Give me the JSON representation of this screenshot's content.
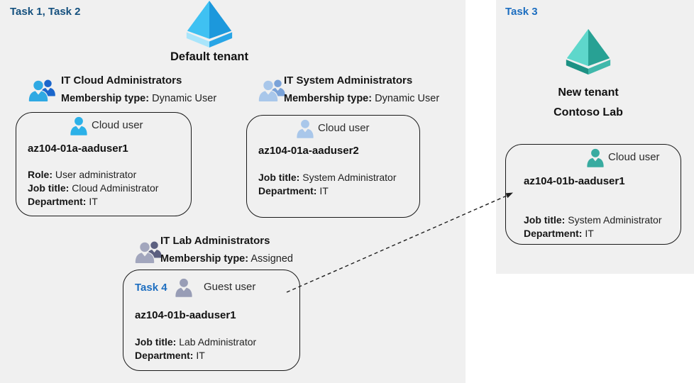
{
  "left": {
    "task_label": "Task 1, Task 2",
    "tenant_name": "Default tenant",
    "group1": {
      "name": "IT Cloud Administrators",
      "membership_label": "Membership type:",
      "membership_value": "Dynamic User"
    },
    "group2": {
      "name": "IT System Administrators",
      "membership_label": "Membership type:",
      "membership_value": "Dynamic User"
    },
    "group3": {
      "name": "IT Lab Administrators",
      "membership_label": "Membership type:",
      "membership_value": "Assigned"
    },
    "card1": {
      "user_type": "Cloud user",
      "username": "az104-01a-aaduser1",
      "role_label": "Role:",
      "role_value": "User administrator",
      "job_label": "Job title:",
      "job_value": "Cloud Administrator",
      "dept_label": "Department:",
      "dept_value": "IT"
    },
    "card2": {
      "user_type": "Cloud user",
      "username": "az104-01a-aaduser2",
      "job_label": "Job title:",
      "job_value": "System Administrator",
      "dept_label": "Department:",
      "dept_value": "IT"
    },
    "card3": {
      "task_label": "Task 4",
      "user_type": "Guest user",
      "username": "az104-01b-aaduser1",
      "job_label": "Job title:",
      "job_value": "Lab Administrator",
      "dept_label": "Department:",
      "dept_value": "IT"
    }
  },
  "right": {
    "task_label": "Task 3",
    "tenant_name_line1": "New tenant",
    "tenant_name_line2": "Contoso Lab",
    "card": {
      "user_type": "Cloud user",
      "username": "az104-01b-aaduser1",
      "job_label": "Job title:",
      "job_value": "System Administrator",
      "dept_label": "Department:",
      "dept_value": "IT"
    }
  },
  "icons": {
    "default_tenant_icon": "azure-ad-tenant-pyramid-blue",
    "new_tenant_icon": "azure-ad-tenant-pyramid-teal",
    "group_icon": "two-person-group",
    "cloud_user_icon": "single-person",
    "guest_user_icon": "single-person-gray"
  },
  "colors": {
    "canvas_bg": "#f0f0f0",
    "page_bg": "#ffffff",
    "task_label_dark": "#14507e",
    "task_label_blue": "#1d6ec0",
    "card_border": "#191919",
    "arrow": "#1f1f1f",
    "cloud_user_blue": "#2cb1e8",
    "cloud_user_steel": "#a9c7ea",
    "guest_user_gray": "#989db6",
    "cloud_user_teal": "#38aba0",
    "group1_front": "#2fa9e3",
    "group1_back": "#1a66cc",
    "group2_front": "#a9c7ea",
    "group2_back": "#7aa2d8",
    "group3_front": "#a2a6bd",
    "group3_back": "#5c6080",
    "tenant_blue_faces": [
      "#3fc1f2",
      "#1c98dc",
      "#a9e5fb",
      "#28a5e6"
    ],
    "tenant_teal_faces": [
      "#5ed7cb",
      "#28a194",
      "#1d9184",
      "#40b8ab"
    ]
  }
}
